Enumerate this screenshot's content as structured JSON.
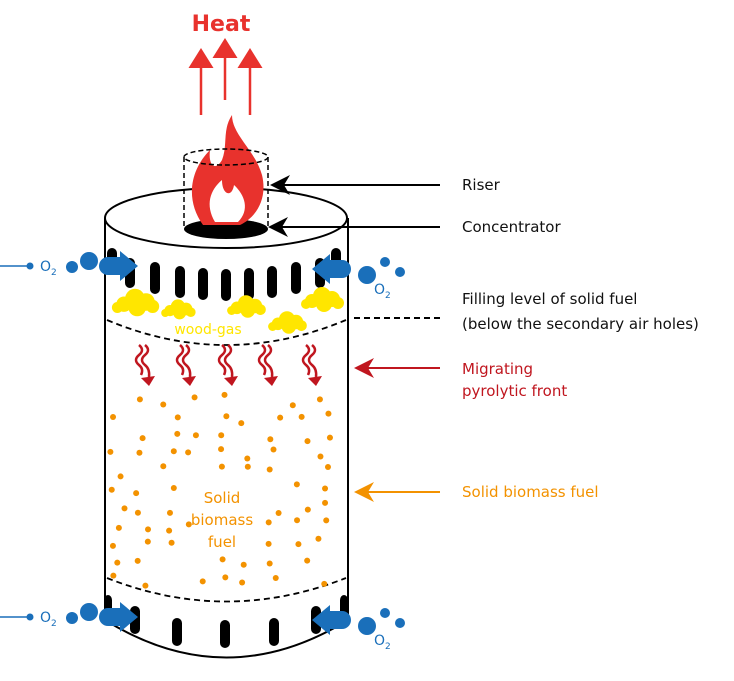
{
  "title": "Heat",
  "labels": {
    "riser": "Riser",
    "concentrator": "Concentrator",
    "filling_level_line1": "Filling level of solid fuel",
    "filling_level_line2": "(below the secondary air holes)",
    "migrating_line1": "Migrating",
    "migrating_line2": "pyrolytic front",
    "solid_biomass_fuel": "Solid biomass fuel"
  },
  "inner": {
    "wood_gas": "wood-gas",
    "fuel_line1": "Solid",
    "fuel_line2": "biomass",
    "fuel_line3": "fuel"
  },
  "oxygen": {
    "o": "O",
    "sub": "2"
  },
  "colors": {
    "heat": "#e8322d",
    "oxygen": "#1a6fba",
    "woodgas": "#ffe600",
    "pyrolytic": "#c0161f",
    "biomass": "#f39200"
  }
}
